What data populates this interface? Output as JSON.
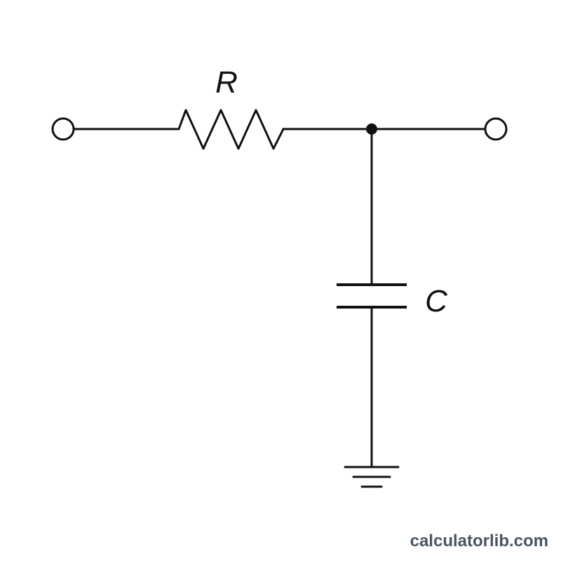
{
  "labels": {
    "resistor": "R",
    "capacitor": "C"
  },
  "watermark": "calculatorlib.com",
  "colors": {
    "line": "#111111",
    "background": "#ffffff",
    "watermark": "#4a5566"
  }
}
